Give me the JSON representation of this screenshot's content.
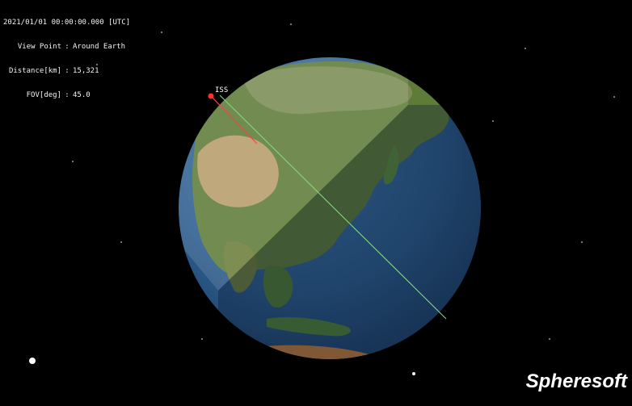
{
  "hud": {
    "datetime": "2021/01/01 00:00:00.000 [UTC]",
    "rows": [
      {
        "key": "View Point",
        "value": "Around Earth"
      },
      {
        "key": "Distance[km]",
        "value": "15,321"
      },
      {
        "key": "FOV[deg]",
        "value": "45.0"
      }
    ]
  },
  "satellite": {
    "label": "ISS",
    "color": "#ff3030"
  },
  "colors": {
    "ocean_day": "#2c5d8e",
    "ocean_night": "#24476e",
    "land_green": "#5c7a34",
    "land_desert": "#b69a6a",
    "ground_track": "#7fd67f",
    "orbit_line": "#ff4040"
  },
  "brand": {
    "watermark": "Spheresoft"
  }
}
